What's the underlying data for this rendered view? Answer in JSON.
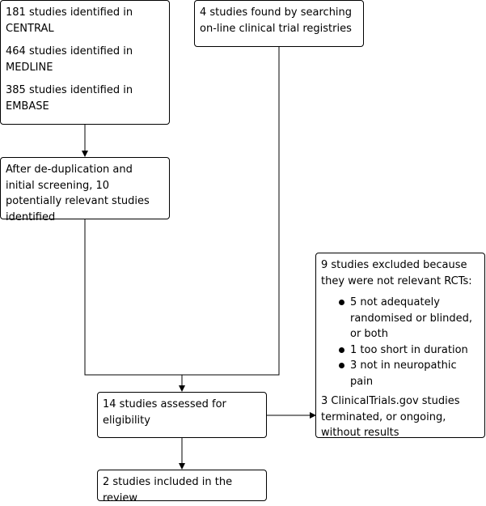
{
  "flow": {
    "sources": [
      "181 studies identified in CENTRAL",
      "464 studies identified in MEDLINE",
      "385 studies identified in EMBASE"
    ],
    "registries": "4 studies found by searching on-line clinical trial registries",
    "screening": "After de-duplication and initial screening, 10 potentially relevant studies identified",
    "assessed": "14 studies assessed for eligibility",
    "included": "2 studies included in the review",
    "excluded": {
      "heading": "9 studies excluded because they were not relevant RCTs:",
      "reasons": [
        "5 not adequately randomised or blinded, or both",
        "1 too short in duration",
        "3 not in neuropathic pain"
      ],
      "note": "3 ClinicalTrials.gov studies terminated, or ongoing, without results"
    }
  }
}
